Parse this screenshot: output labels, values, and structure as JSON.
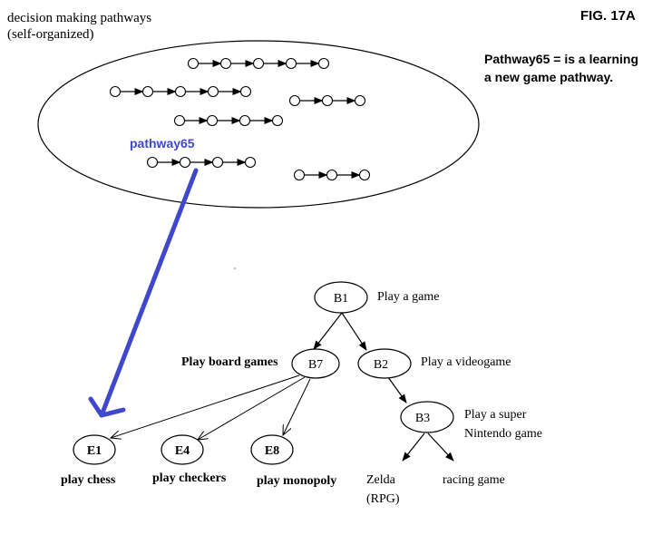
{
  "figure_label": "FIG. 17A",
  "cloud_caption": {
    "line1": "decision making pathways",
    "line2": "(self-organized)"
  },
  "note": {
    "line1": "Pathway65 = is a learning",
    "line2": "a new game pathway."
  },
  "highlight_label": "pathway65",
  "highlight_color": "#3f48cc",
  "pathways": [
    {
      "id": "p1",
      "nodes": 5
    },
    {
      "id": "p2",
      "nodes": 5
    },
    {
      "id": "p3",
      "nodes": 3
    },
    {
      "id": "p4",
      "nodes": 4
    },
    {
      "id": "p5",
      "nodes": 4,
      "highlighted": true
    },
    {
      "id": "p6",
      "nodes": 3
    }
  ],
  "tree": {
    "B1": {
      "label": "B1",
      "desc": "Play a game"
    },
    "B7": {
      "label": "B7",
      "desc": "Play board games"
    },
    "B2": {
      "label": "B2",
      "desc": "Play a videogame"
    },
    "B3": {
      "label": "B3",
      "desc_line1": "Play a super",
      "desc_line2": "Nintendo game"
    },
    "E1": {
      "label": "E1",
      "desc": "play chess"
    },
    "E4": {
      "label": "E4",
      "desc": "play checkers"
    },
    "E8": {
      "label": "E8",
      "desc": "play monopoly"
    },
    "zelda": {
      "line1": "Zelda",
      "line2": "(RPG)"
    },
    "racing": {
      "label": "racing game"
    }
  }
}
